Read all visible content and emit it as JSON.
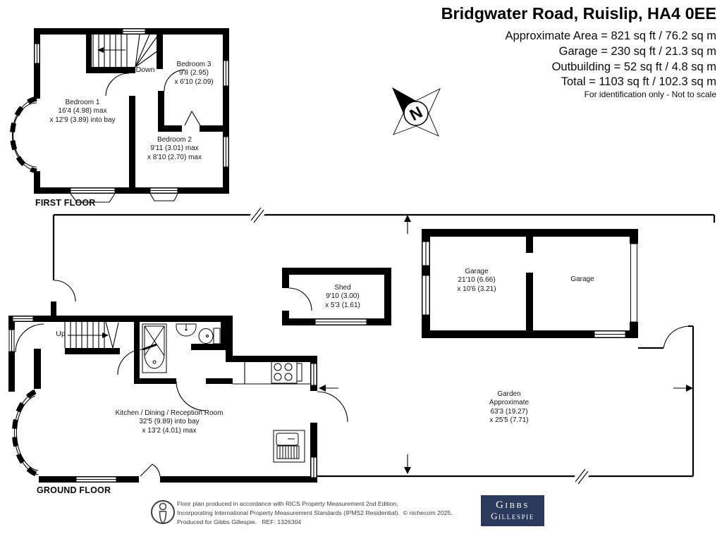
{
  "header": {
    "title": "Bridgwater Road, Ruislip, HA4 0EE",
    "area_lines": [
      "Approximate Area = 821 sq ft / 76.2 sq m",
      "Garage = 230 sq ft / 21.3 sq m",
      "Outbuilding = 52 sq ft / 4.8 sq m",
      "Total = 1103 sq ft / 102.3 sq m"
    ],
    "disclaimer": "For identification only - Not to scale"
  },
  "compass": {
    "north_label": "N"
  },
  "first_floor": {
    "floor_label": "FIRST FLOOR",
    "stairs_label": "Down",
    "bedroom1": {
      "lines": [
        "Bedroom 1",
        "16'4 (4.98) max",
        "x 12'9 (3.89) into bay"
      ]
    },
    "bedroom2": {
      "lines": [
        "Bedroom 2",
        "9'11 (3.01) max",
        "x 8'10 (2.70) max"
      ]
    },
    "bedroom3": {
      "lines": [
        "Bedroom 3",
        "9'8 (2.95)",
        "x 6'10 (2.09)"
      ]
    }
  },
  "ground_floor": {
    "floor_label": "GROUND FLOOR",
    "stairs_label": "Up",
    "kitchen": {
      "lines": [
        "Kitchen / Dining / Reception Room",
        "32'5 (9.89) into bay",
        "x 13'2 (4.01) max"
      ]
    }
  },
  "outbuildings": {
    "shed": {
      "lines": [
        "Shed",
        "9'10 (3.00)",
        "x 5'3 (1.61)"
      ]
    },
    "garage": {
      "lines": [
        "Garage",
        "21'10 (6.66)",
        "x 10'6 (3.21)"
      ]
    },
    "garage2_label": "Garage"
  },
  "garden": {
    "lines": [
      "Garden",
      "Approximate",
      "63'3 (19.27)",
      "x 25'5 (7.71)"
    ]
  },
  "footer": {
    "lines": [
      "Floor plan produced in accordance with RICS Property Measurement 2nd Edition,",
      "Incorporating International Property Measurement Standards (IPMS2 Residential).  © nichecom 2025.",
      "Produced for Gibbs Gillespie.   REF: 1326304"
    ],
    "logo": {
      "line1": "Gibbs",
      "line2": "Gillespie"
    }
  },
  "colors": {
    "wall": "#000000",
    "logo_bg": "#2b3a5c",
    "logo_text": "#ffffff",
    "footer_text": "#3d3d3d"
  }
}
